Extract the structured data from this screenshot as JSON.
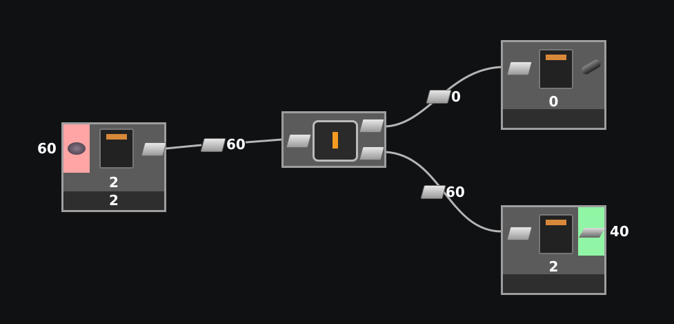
{
  "nodes": {
    "smelter": {
      "input_rate": "60",
      "count": "2",
      "footer": "2",
      "input_item_icon": "ore-icon",
      "output_item_icon": "ingot-icon",
      "input_highlight": "#ffa5a5"
    },
    "splitter": {
      "item_icon": "ingot-icon"
    },
    "constructor_top": {
      "count": "0",
      "output_item_icon": "pipe-icon"
    },
    "constructor_bottom": {
      "count": "2",
      "output_rate": "40",
      "output_item_icon": "sheet-icon",
      "output_highlight": "#90f5a5"
    }
  },
  "edges": [
    {
      "label": "60",
      "item_icon": "ingot-icon"
    },
    {
      "label": "0",
      "item_icon": "ingot-icon"
    },
    {
      "label": "60",
      "item_icon": "ingot-icon"
    }
  ]
}
